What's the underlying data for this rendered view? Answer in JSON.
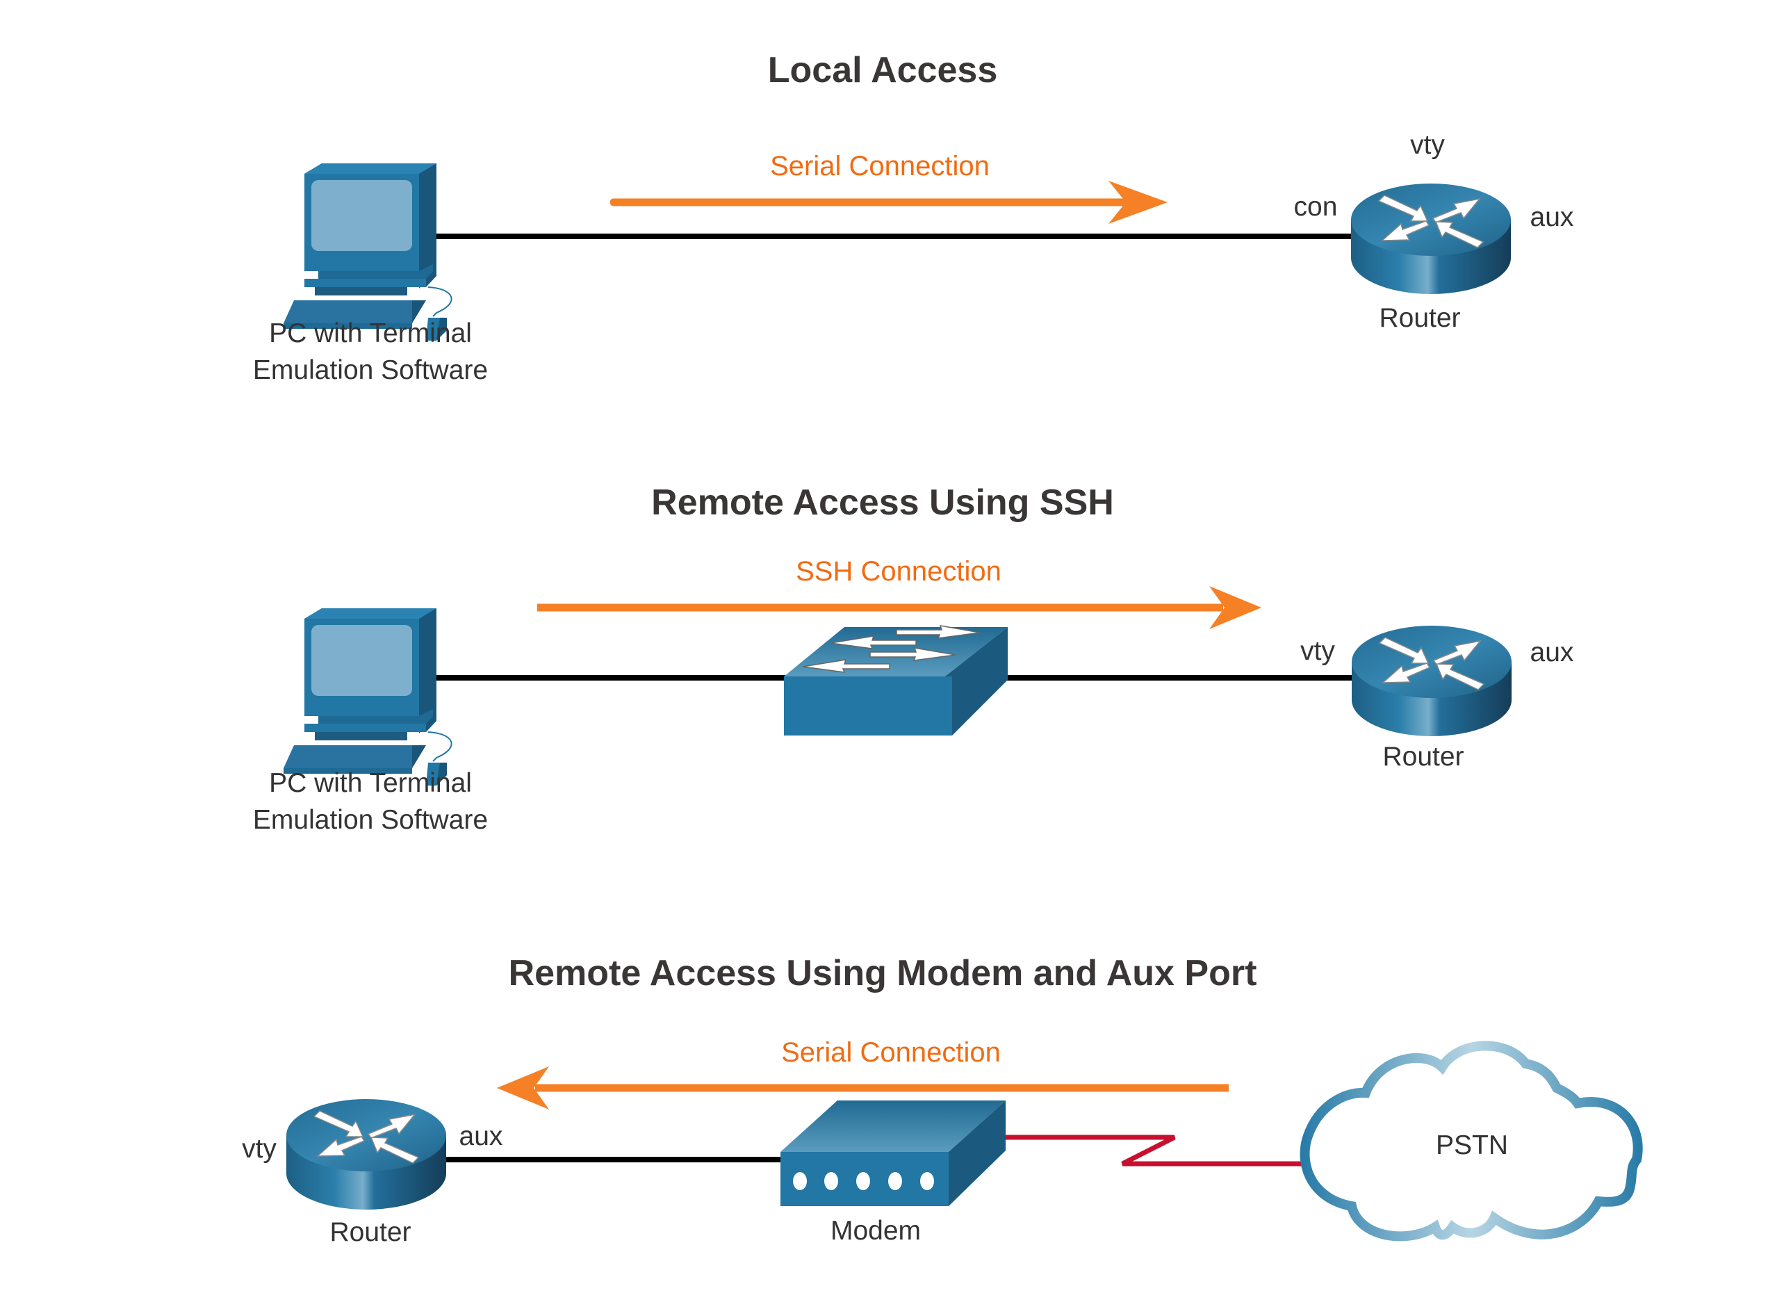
{
  "colors": {
    "arrow": "#f58025",
    "connection_label": "#f26b12",
    "device_blue": "#2277a4",
    "cable": "#000000",
    "wan_link": "#c8102e",
    "cloud_outline": "#2a7ca8"
  },
  "sections": [
    {
      "title": "Local Access",
      "connection_label": "Serial Connection",
      "arrow_direction": "right",
      "pc_label_line1": "PC with Terminal",
      "pc_label_line2": "Emulation Software",
      "router_label": "Router",
      "ports": {
        "top": "vty",
        "left": "con",
        "right": "aux"
      }
    },
    {
      "title": "Remote Access Using SSH",
      "connection_label": "SSH Connection",
      "arrow_direction": "right",
      "pc_label_line1": "PC with Terminal",
      "pc_label_line2": "Emulation Software",
      "router_label": "Router",
      "ports": {
        "left": "vty",
        "right": "aux"
      }
    },
    {
      "title": "Remote Access Using Modem and Aux Port",
      "connection_label": "Serial Connection",
      "arrow_direction": "left",
      "router_label": "Router",
      "modem_label": "Modem",
      "cloud_label": "PSTN",
      "ports": {
        "left": "vty",
        "right": "aux"
      }
    }
  ]
}
